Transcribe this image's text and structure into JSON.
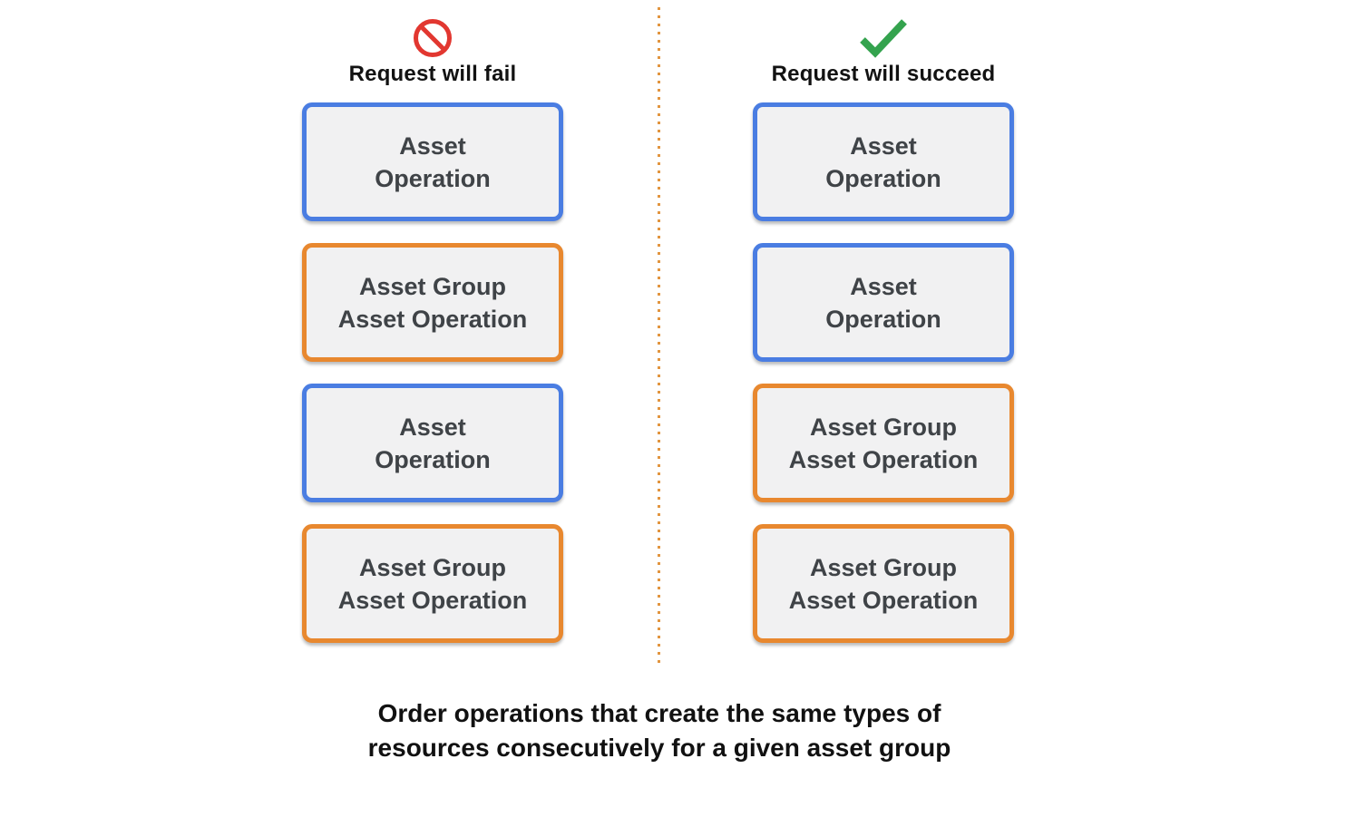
{
  "fail_column": {
    "title": "Request will fail",
    "icon": "prohibited-icon",
    "boxes": [
      {
        "label": "Asset\nOperation",
        "type": "blue"
      },
      {
        "label": "Asset Group\nAsset Operation",
        "type": "orange"
      },
      {
        "label": "Asset\nOperation",
        "type": "blue"
      },
      {
        "label": "Asset Group\nAsset Operation",
        "type": "orange"
      }
    ]
  },
  "succeed_column": {
    "title": "Request will succeed",
    "icon": "check-icon",
    "boxes": [
      {
        "label": "Asset\nOperation",
        "type": "blue"
      },
      {
        "label": "Asset\nOperation",
        "type": "blue"
      },
      {
        "label": "Asset Group\nAsset Operation",
        "type": "orange"
      },
      {
        "label": "Asset Group\nAsset Operation",
        "type": "orange"
      }
    ]
  },
  "caption": "Order operations that create the same types of\nresources consecutively for a given asset group",
  "colors": {
    "blue_border": "#4a7de2",
    "orange_border": "#e8882f",
    "box_fill": "#f1f1f2",
    "box_text": "#3f4347",
    "fail_icon": "#e23730",
    "success_icon": "#34a34e",
    "divider": "#e2953f"
  }
}
